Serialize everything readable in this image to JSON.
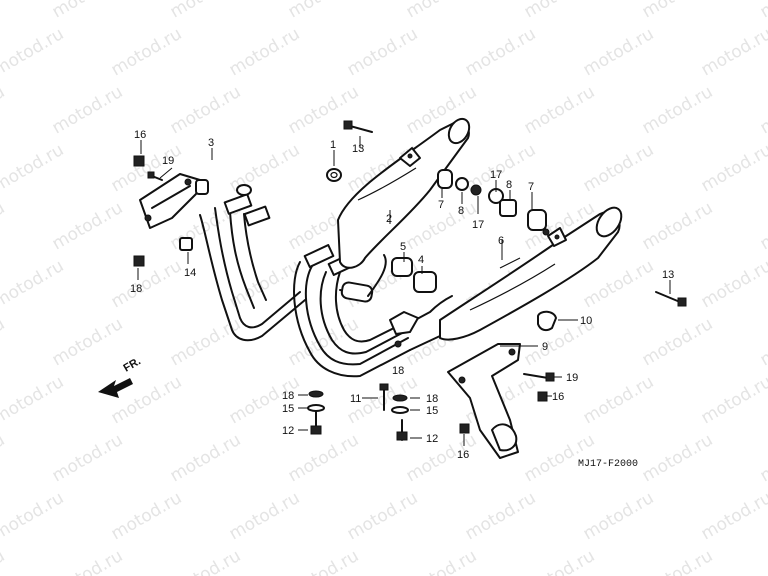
{
  "watermark": "motod.ru",
  "diagram_code": "MJ17-F2000",
  "front_arrow_label": "FR.",
  "callouts": {
    "c1": "1",
    "c2": "2",
    "c3": "3",
    "c4": "4",
    "c5": "5",
    "c6": "6",
    "c7a": "7",
    "c7b": "7",
    "c8a": "8",
    "c8b": "8",
    "c9": "9",
    "c10": "10",
    "c11": "11",
    "c12a": "12",
    "c12b": "12",
    "c13a": "13",
    "c13b": "13",
    "c14": "14",
    "c15a": "15",
    "c15b": "15",
    "c16a": "16",
    "c16b": "16",
    "c16c": "16",
    "c17a": "17",
    "c17b": "17",
    "c18a": "18",
    "c18b": "18",
    "c18c": "18",
    "c18d": "18",
    "c19a": "19",
    "c19b": "19"
  }
}
